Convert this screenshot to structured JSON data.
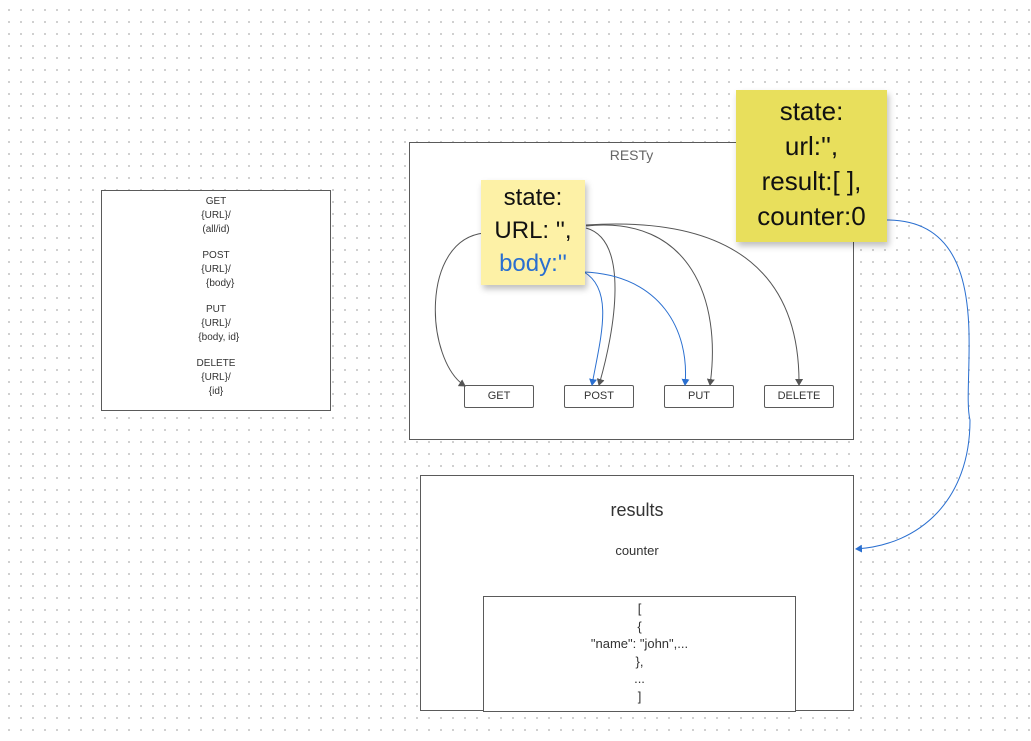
{
  "api_reference": {
    "groups": [
      {
        "method": "GET",
        "lines": [
          "{URL}/",
          "(all/id)"
        ]
      },
      {
        "method": "POST",
        "lines": [
          "{URL}/",
          "   {body}"
        ]
      },
      {
        "method": "PUT",
        "lines": [
          "{URL}/",
          "  {body, id}"
        ]
      },
      {
        "method": "DELETE",
        "lines": [
          "{URL}/",
          "{id}"
        ]
      }
    ]
  },
  "resty": {
    "title": "RESTy",
    "buttons": {
      "get": "GET",
      "post": "POST",
      "put": "PUT",
      "delete": "DELETE"
    }
  },
  "note_form_state": {
    "line1": "state:",
    "line2": "URL: '',",
    "line3": "body:''",
    "highlight_color": "#2a6fd0",
    "background": "#fdf1a6"
  },
  "note_app_state": {
    "line1": "state:",
    "line2": "url:'',",
    "line3": "result:[ ],",
    "line4": "counter:0",
    "background": "#e8df5c"
  },
  "results": {
    "title": "results",
    "counter_label": "counter",
    "json_lines": [
      "[",
      "{",
      "\"name\": \"john\",...",
      "},",
      "...",
      "]"
    ]
  },
  "colors": {
    "connector_blue": "#2a6fd0",
    "connector_gray": "#555555"
  }
}
